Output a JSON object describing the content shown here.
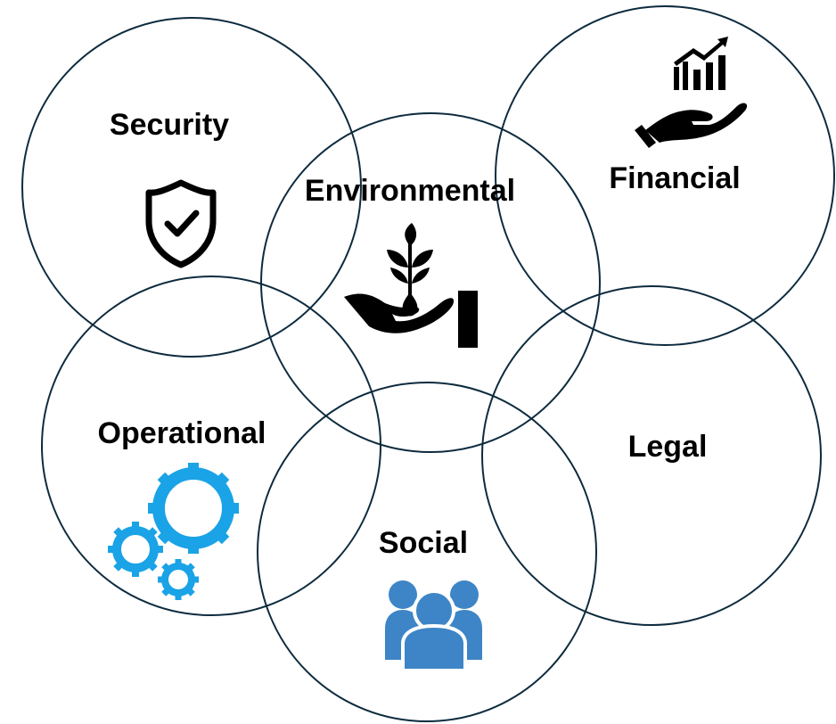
{
  "diagram": {
    "labels": {
      "security": "Security",
      "environmental": "Environmental",
      "financial": "Financial",
      "operational": "Operational",
      "legal": "Legal",
      "social": "Social"
    },
    "icons": {
      "security": "shield-check-icon",
      "environmental": "plant-in-hand-icon",
      "financial": "growth-chart-in-hand-icon",
      "operational": "gears-icon",
      "social": "people-group-icon"
    },
    "colors": {
      "circle_stroke": "#0d2b3e",
      "label": "#000000",
      "gears": "#1aa3e6",
      "people": "#3d85c6",
      "dark_icon": "#000000"
    }
  }
}
